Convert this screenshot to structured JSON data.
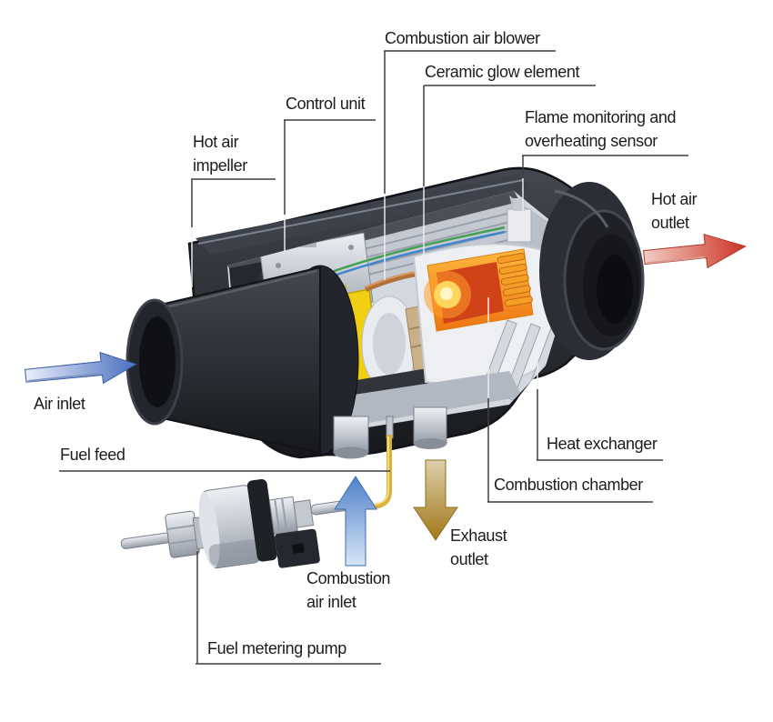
{
  "figure": {
    "type": "cutaway-diagram",
    "subject": "Diesel air heater cutaway with labeled components",
    "labels": {
      "combustion_air_blower": "Combustion air blower",
      "ceramic_glow_element": "Ceramic glow element",
      "control_unit": "Control unit",
      "flame_monitoring_sensor": "Flame monitoring and\noverheating sensor",
      "hot_air_impeller": "Hot air\nimpeller",
      "hot_air_outlet": "Hot air\noutlet",
      "air_inlet": "Air inlet",
      "fuel_feed": "Fuel feed",
      "heat_exchanger": "Heat exchanger",
      "combustion_chamber": "Combustion chamber",
      "exhaust_outlet": "Exhaust\noutlet",
      "combustion_air_inlet": "Combustion\nair inlet",
      "fuel_metering_pump": "Fuel metering pump"
    },
    "colors": {
      "label_text": "#1c1c1c",
      "leader_line": "#3f3f3f",
      "air_inlet_arrow_blue": "#4a70c0",
      "hot_air_arrow_red": "#cc3423",
      "combustion_air_arrow_blue": "#4f82ca",
      "exhaust_arrow_brown": "#a2781a",
      "control_unit_yellow": "#f0cf12",
      "combustion_chamber_orange": "#ee7512",
      "casing_dark": "#16181c"
    }
  }
}
